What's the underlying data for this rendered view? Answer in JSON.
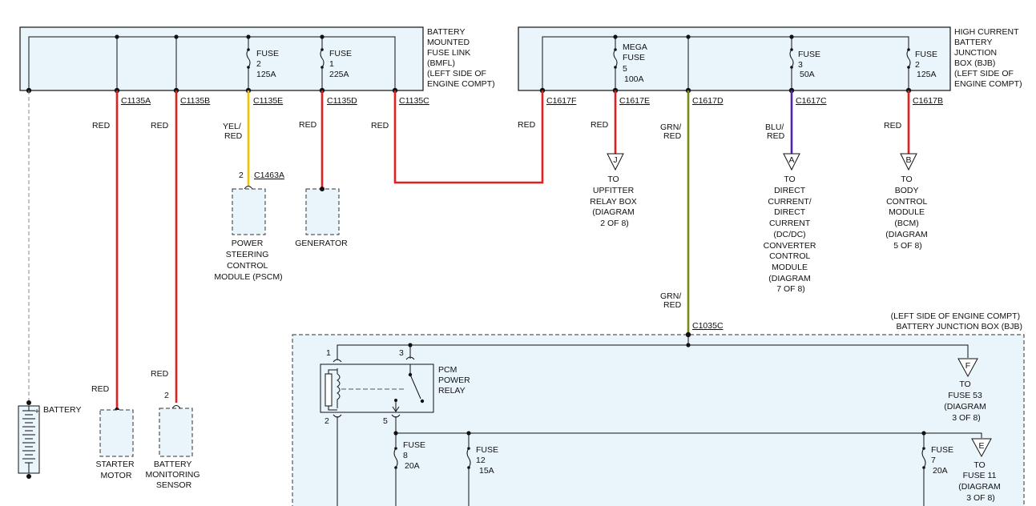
{
  "bmfl": {
    "label": [
      "BATTERY",
      "MOUNTED",
      "FUSE LINK",
      "(BMFL)",
      "(LEFT SIDE OF",
      "ENGINE COMPT)"
    ],
    "fuses": [
      {
        "label": [
          "FUSE",
          "2",
          "125A"
        ]
      },
      {
        "label": [
          "FUSE",
          "1",
          "225A"
        ]
      }
    ],
    "connectors": [
      "C1135A",
      "C1135B",
      "C1135E",
      "C1135D",
      "C1135C"
    ]
  },
  "bjb": {
    "label": [
      "HIGH CURRENT",
      "BATTERY",
      "JUNCTION",
      "BOX (BJB)",
      "(LEFT SIDE OF",
      "ENGINE COMPT)"
    ],
    "fuses": [
      {
        "label": [
          "MEGA",
          "FUSE",
          "5",
          "100A"
        ]
      },
      {
        "label": [
          "FUSE",
          "3",
          "50A"
        ]
      },
      {
        "label": [
          "FUSE",
          "2",
          "125A"
        ]
      }
    ],
    "connectors": [
      "C1617F",
      "C1617E",
      "C1617D",
      "C1617C",
      "C1617B"
    ]
  },
  "wires": {
    "red": "RED",
    "yel_red": [
      "YEL/",
      "RED"
    ],
    "grn_red": [
      "GRN/",
      "RED"
    ],
    "blu_red": [
      "BLU/",
      "RED"
    ]
  },
  "colors": {
    "red": "#e02020",
    "yellow": "#f2c200",
    "green": "#7a8a10",
    "blue": "#5522aa",
    "box_fill": "#e9f4fb"
  },
  "components": {
    "battery": "BATTERY",
    "starter": [
      "STARTER",
      "MOTOR"
    ],
    "bms": [
      "BATTERY",
      "MONITORING",
      "SENSOR"
    ],
    "bms_pin": "2",
    "pscm": [
      "POWER",
      "STEERING",
      "CONTROL",
      "MODULE (PSCM)"
    ],
    "pscm_pin": "2",
    "pscm_conn": "C1463A",
    "generator": "GENERATOR"
  },
  "refs": {
    "j": {
      "letter": "J",
      "label": [
        "TO",
        "UPFITTER",
        "RELAY BOX",
        "(DIAGRAM",
        "2 OF 8)"
      ]
    },
    "a": {
      "letter": "A",
      "label": [
        "TO",
        "DIRECT",
        "CURRENT/",
        "DIRECT",
        "CURRENT",
        "(DC/DC)",
        "CONVERTER",
        "CONTROL",
        "MODULE",
        "(DIAGRAM",
        "7 OF 8)"
      ]
    },
    "b": {
      "letter": "B",
      "label": [
        "TO",
        "BODY",
        "CONTROL",
        "MODULE",
        "(BCM)",
        "(DIAGRAM",
        "5 OF 8)"
      ]
    },
    "f": {
      "letter": "F",
      "label": [
        "TO",
        "FUSE 53",
        "(DIAGRAM",
        "3 OF 8)"
      ]
    },
    "e": {
      "letter": "E",
      "label": [
        "TO",
        "FUSE 11",
        "(DIAGRAM",
        "3 OF 8)"
      ]
    }
  },
  "bjb_lower": {
    "label": [
      "(LEFT SIDE OF ENGINE COMPT)",
      "BATTERY JUNCTION BOX (BJB)"
    ],
    "connector": "C1035C",
    "relay": {
      "label": [
        "PCM",
        "POWER",
        "RELAY"
      ],
      "pins": [
        "1",
        "3",
        "2",
        "5"
      ]
    },
    "fuses": [
      {
        "label": [
          "FUSE",
          "8",
          "20A"
        ]
      },
      {
        "label": [
          "FUSE",
          "12",
          "15A"
        ]
      },
      {
        "label": [
          "FUSE",
          "7",
          "20A"
        ]
      }
    ]
  }
}
